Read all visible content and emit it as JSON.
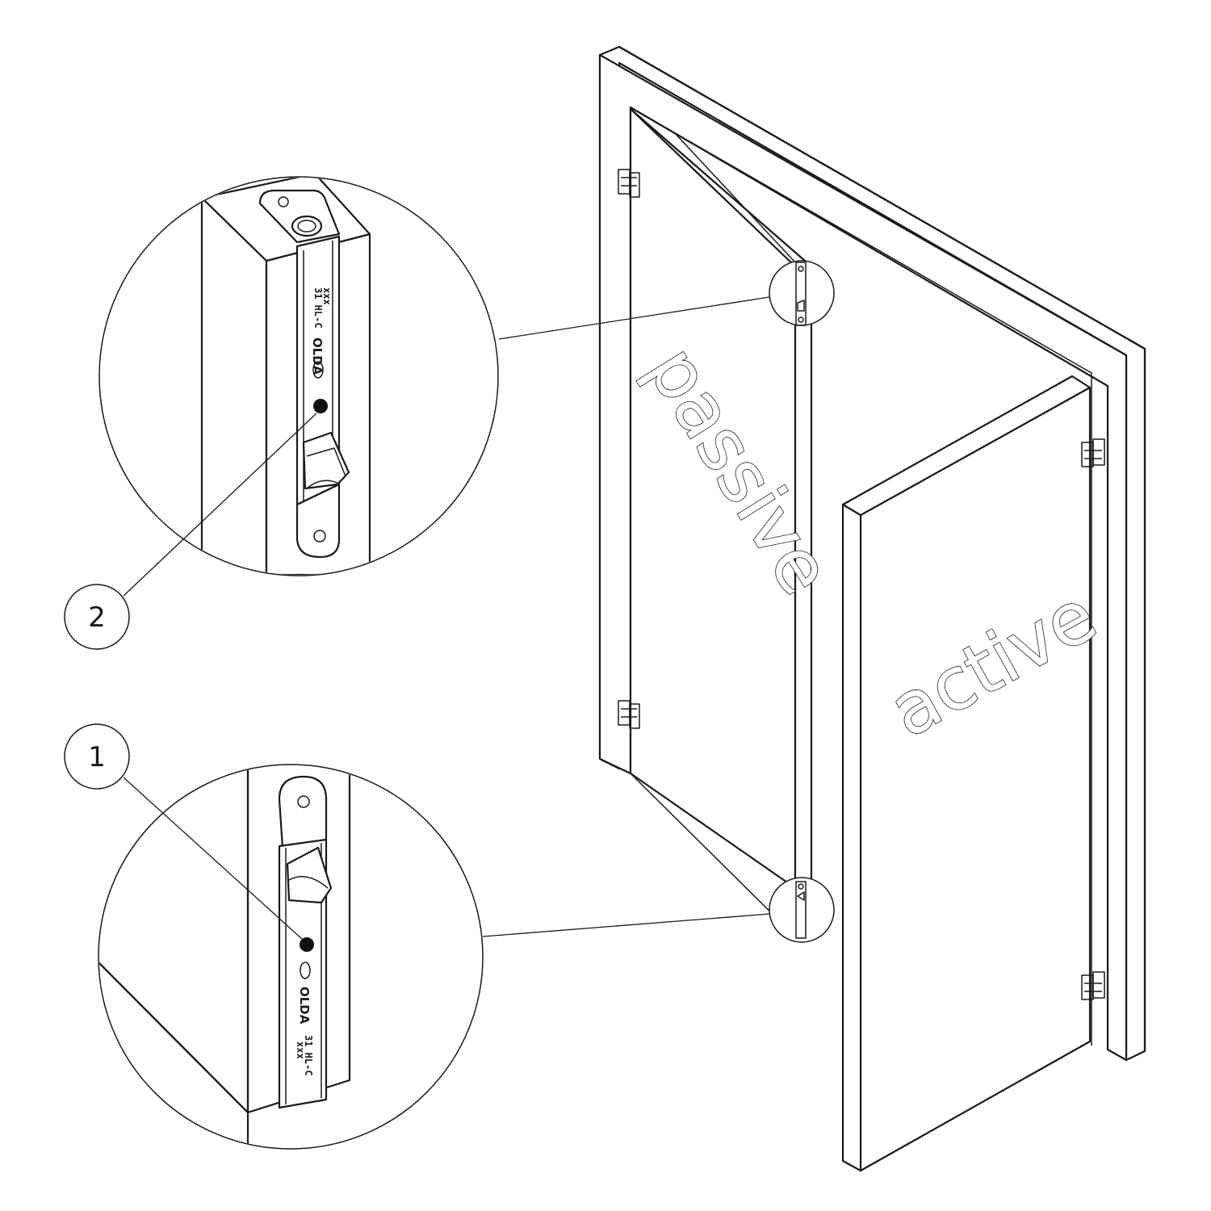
{
  "labels": {
    "passive": "passive",
    "active": "active"
  },
  "callouts": [
    {
      "number": "1"
    },
    {
      "number": "2"
    }
  ],
  "bolt": {
    "brand": "OLDA",
    "model": "31 HL-C",
    "code": "xxx"
  }
}
